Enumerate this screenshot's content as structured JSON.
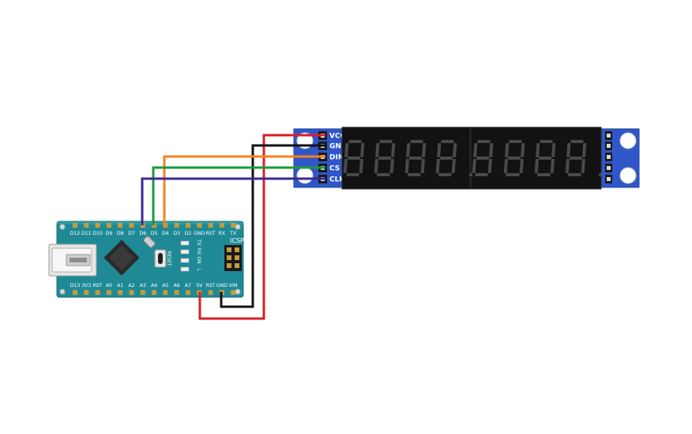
{
  "nano": {
    "top_labels": [
      "D12",
      "D11",
      "D10",
      "D9",
      "D8",
      "D7",
      "D6",
      "D5",
      "D4",
      "D3",
      "D2",
      "GND",
      "RST",
      "RX",
      "TX"
    ],
    "bottom_labels": [
      "D13",
      "3V3",
      "REF",
      "A0",
      "A1",
      "A2",
      "A3",
      "A4",
      "A5",
      "A6",
      "A7",
      "5V",
      "RST",
      "GND",
      "VIN"
    ],
    "icsp_label": "ICSP",
    "reset_label": "RESET",
    "led_labels": [
      "TX",
      "RX",
      "ON",
      "L"
    ],
    "board_color": "#1f8a96"
  },
  "max7219": {
    "pin_labels": [
      "VCC",
      "GND",
      "DIN",
      "CS",
      "CLK"
    ],
    "digit_count": 8,
    "board_color": "#2f57c9"
  },
  "wires": [
    {
      "from": "5V",
      "to": "VCC",
      "color": "#d81f26"
    },
    {
      "from": "GND",
      "to": "GND",
      "color": "#111111"
    },
    {
      "from": "D4",
      "to": "DIN",
      "color": "#f58220"
    },
    {
      "from": "D5",
      "to": "CS",
      "color": "#1a9a3a"
    },
    {
      "from": "D6",
      "to": "CLK",
      "color": "#3b2a8f"
    }
  ]
}
